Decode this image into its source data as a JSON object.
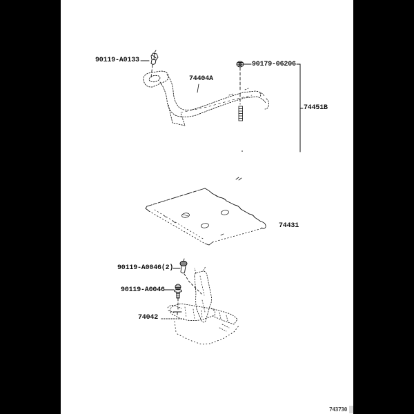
{
  "window": {
    "background_color": "#000000",
    "paper_color": "#ffffff",
    "ink_color": "#111111"
  },
  "figure": {
    "number": "743730"
  },
  "parts": {
    "clamp_bolt": {
      "label": "90119-A0133",
      "icon": "flange-bolt-icon"
    },
    "clamp_nut": {
      "label": "90179-06206",
      "icon": "flange-nut-icon"
    },
    "clamp": {
      "label": "74404A"
    },
    "clamp_assembly": {
      "label": "74451B"
    },
    "tray": {
      "label": "74431"
    },
    "carrier_bolt_upper": {
      "label": "90119-A0046(2)",
      "icon": "flange-bolt-icon"
    },
    "carrier_bolt_lower": {
      "label": "90119-A0046",
      "icon": "flange-bolt-icon"
    },
    "carrier_bracket": {
      "label": "74042"
    }
  }
}
